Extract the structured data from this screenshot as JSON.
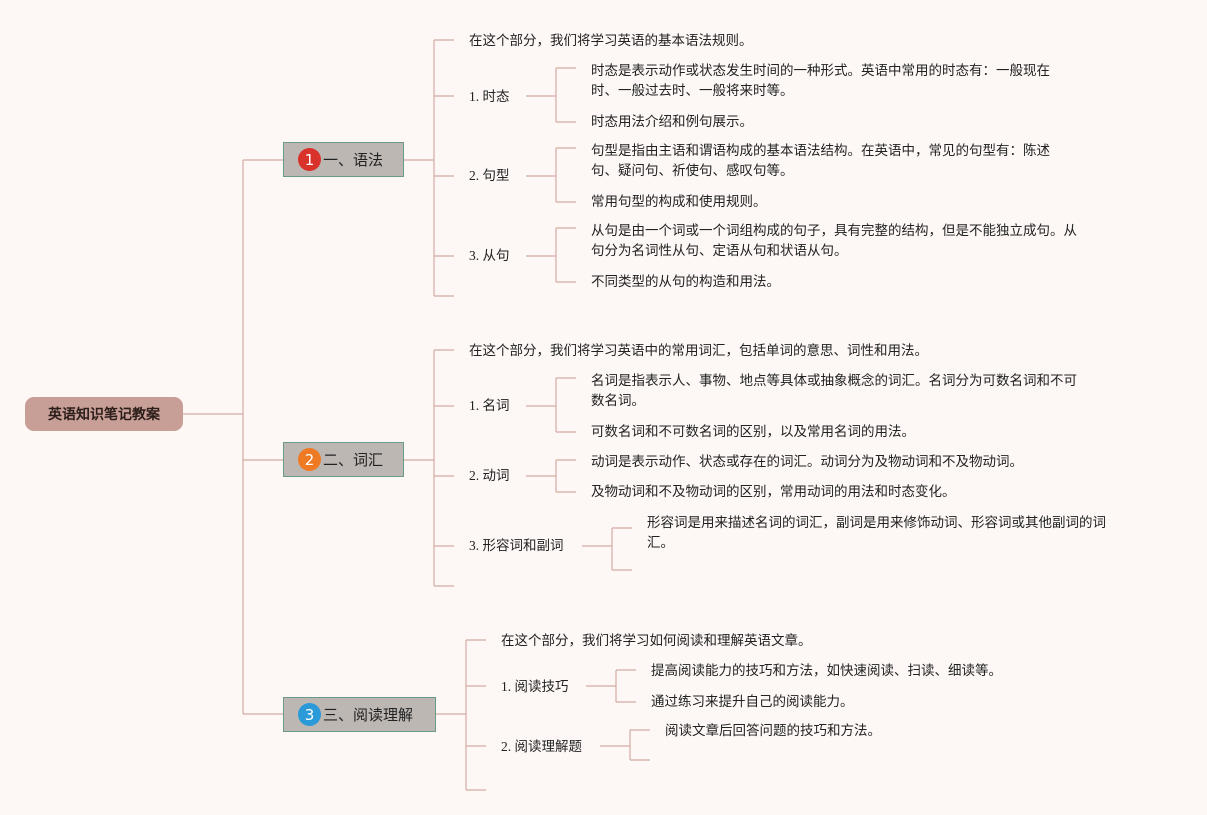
{
  "title": "英语知识笔记教案",
  "sections": [
    {
      "badge": "1",
      "label": "一、语法",
      "intro": "在这个部分，我们将学习英语的基本语法规则。",
      "topics": [
        {
          "label": "1. 时态",
          "points": [
            "时态是表示动作或状态发生时间的一种形式。英语中常用的时态有：一般现在时、一般过去时、一般将来时等。",
            "时态用法介绍和例句展示。"
          ]
        },
        {
          "label": "2. 句型",
          "points": [
            "句型是指由主语和谓语构成的基本语法结构。在英语中，常见的句型有：陈述句、疑问句、祈使句、感叹句等。",
            "常用句型的构成和使用规则。"
          ]
        },
        {
          "label": "3. 从句",
          "points": [
            "从句是由一个词或一个词组构成的句子，具有完整的结构，但是不能独立成句。从句分为名词性从句、定语从句和状语从句。",
            "不同类型的从句的构造和用法。"
          ]
        }
      ]
    },
    {
      "badge": "2",
      "label": "二、词汇",
      "intro": "在这个部分，我们将学习英语中的常用词汇，包括单词的意思、词性和用法。",
      "topics": [
        {
          "label": "1. 名词",
          "points": [
            "名词是指表示人、事物、地点等具体或抽象概念的词汇。名词分为可数名词和不可数名词。",
            "可数名词和不可数名词的区别，以及常用名词的用法。"
          ]
        },
        {
          "label": "2. 动词",
          "points": [
            "动词是表示动作、状态或存在的词汇。动词分为及物动词和不及物动词。",
            "及物动词和不及物动词的区别，常用动词的用法和时态变化。"
          ]
        },
        {
          "label": "3. 形容词和副词",
          "points": [
            "形容词是用来描述名词的词汇，副词是用来修饰动词、形容词或其他副词的词汇。"
          ]
        }
      ]
    },
    {
      "badge": "3",
      "label": "三、阅读理解",
      "intro": "在这个部分，我们将学习如何阅读和理解英语文章。",
      "topics": [
        {
          "label": "1. 阅读技巧",
          "points": [
            "提高阅读能力的技巧和方法，如快速阅读、扫读、细读等。",
            "通过练习来提升自己的阅读能力。"
          ]
        },
        {
          "label": "2. 阅读理解题",
          "points": [
            "阅读文章后回答问题的技巧和方法。"
          ]
        }
      ]
    }
  ]
}
